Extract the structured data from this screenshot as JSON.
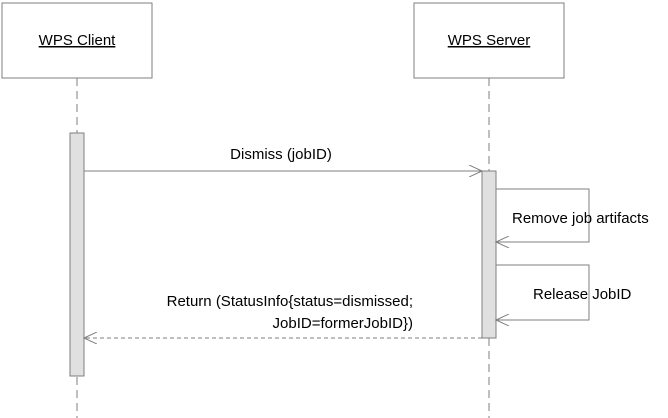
{
  "participants": [
    {
      "name": "WPS Client"
    },
    {
      "name": "WPS Server"
    }
  ],
  "messages": [
    {
      "label": "Dismiss (jobID)",
      "kind": "sync"
    },
    {
      "label": "Remove job artifacts",
      "kind": "self"
    },
    {
      "label": "Release JobID",
      "kind": "self"
    },
    {
      "label_line1": "Return (StatusInfo{status=dismissed;",
      "label_line2": "JobID=formerJobID})",
      "kind": "return"
    }
  ],
  "colors": {
    "line": "#7f7f7f",
    "activation_fill": "#e0e0e0",
    "box_border": "#7f7f7f",
    "text": "#000000"
  }
}
